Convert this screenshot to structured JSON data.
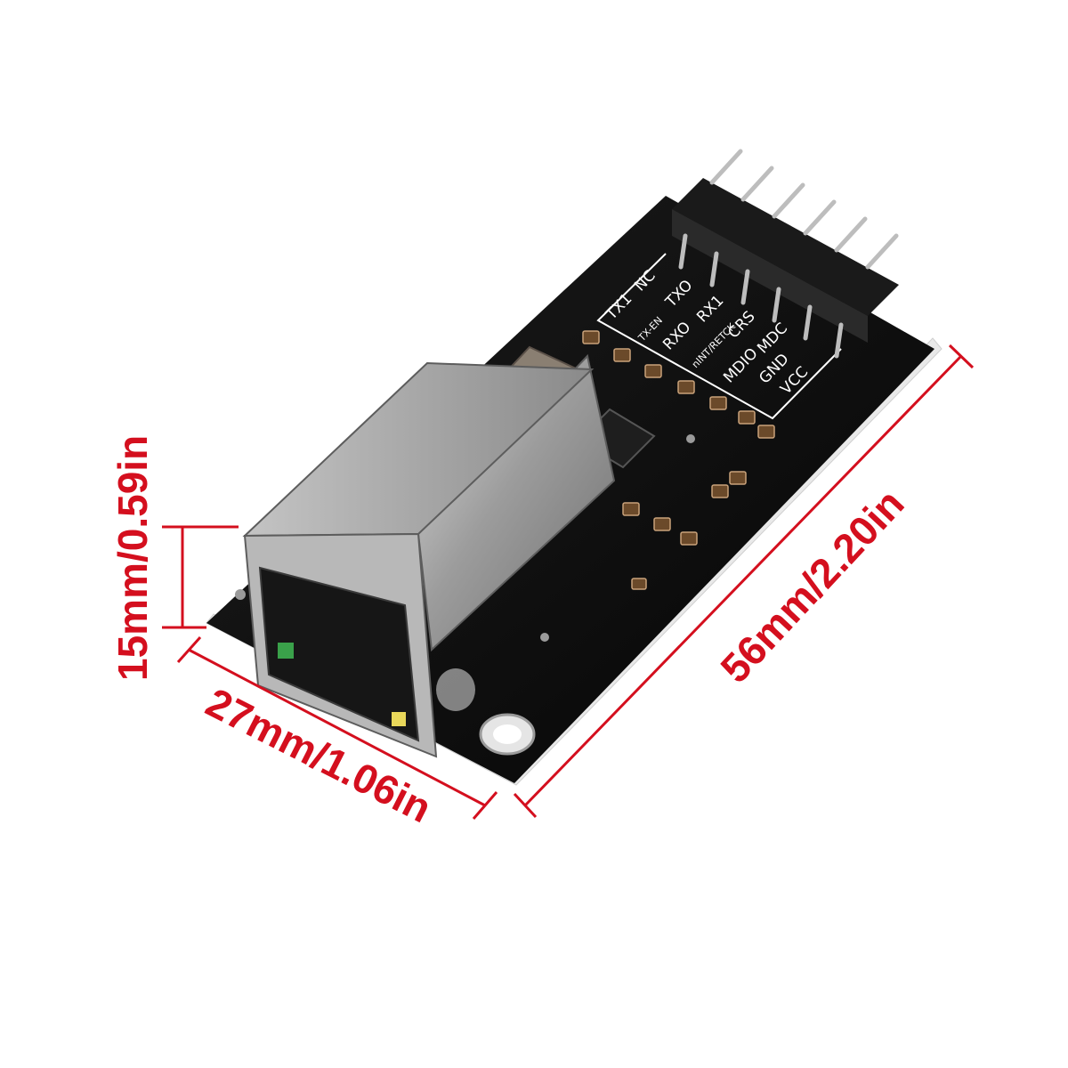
{
  "colors": {
    "dimension": "#d40f1e",
    "pcb": "#0c0c0c",
    "pcb_edge": "#e9e9e9",
    "silkscreen": "#ffffff",
    "metal": "#a8a8a8",
    "header": "#1a1a1a",
    "pins": "#bdbdbd",
    "background": "#ffffff"
  },
  "dimensions": {
    "length": "56mm/2.20in",
    "width": "27mm/1.06in",
    "height": "15mm/0.59in"
  },
  "silkscreen": {
    "row1": [
      "TX1",
      "NC",
      "TXO",
      "RX1",
      "CRS",
      "MDC",
      "GND"
    ],
    "row2": [
      "TX-EN",
      "RXO",
      "nINT/RETCK",
      "MDIO",
      "VCC"
    ]
  },
  "components": {
    "connector": "rj45-jack",
    "crystal": "crystal-oscillator",
    "chip": "ethernet-phy-chip",
    "header": "pin-header-2x6"
  }
}
